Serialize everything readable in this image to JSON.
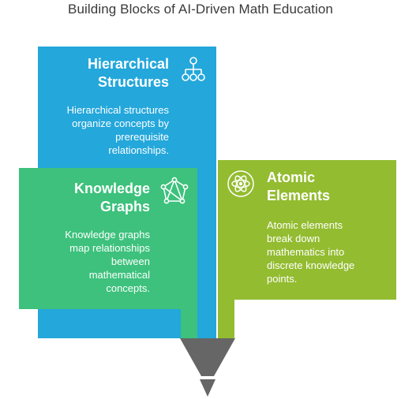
{
  "title": "Building Blocks of AI-Driven Math Education",
  "blocks": {
    "hierarchical": {
      "title_line1": "Hierarchical",
      "title_line2": "Structures",
      "body_lines": [
        "Hierarchical structures",
        "organize concepts by",
        "prerequisite",
        "relationships."
      ],
      "icon": "hierarchy-icon",
      "color": "#24a7db"
    },
    "knowledge": {
      "title_line1": "Knowledge",
      "title_line2": "Graphs",
      "body_lines": [
        "Knowledge graphs",
        "map relationships",
        "between",
        "mathematical",
        "concepts."
      ],
      "icon": "network-graph-icon",
      "color": "#3dc17c"
    },
    "atomic": {
      "title_line1": "Atomic",
      "title_line2": "Elements",
      "body_lines": [
        "Atomic elements",
        "break down",
        "mathematics into",
        "discrete knowledge",
        "points."
      ],
      "icon": "atom-icon",
      "color": "#93bc30"
    }
  },
  "funnel_color": "#666666"
}
